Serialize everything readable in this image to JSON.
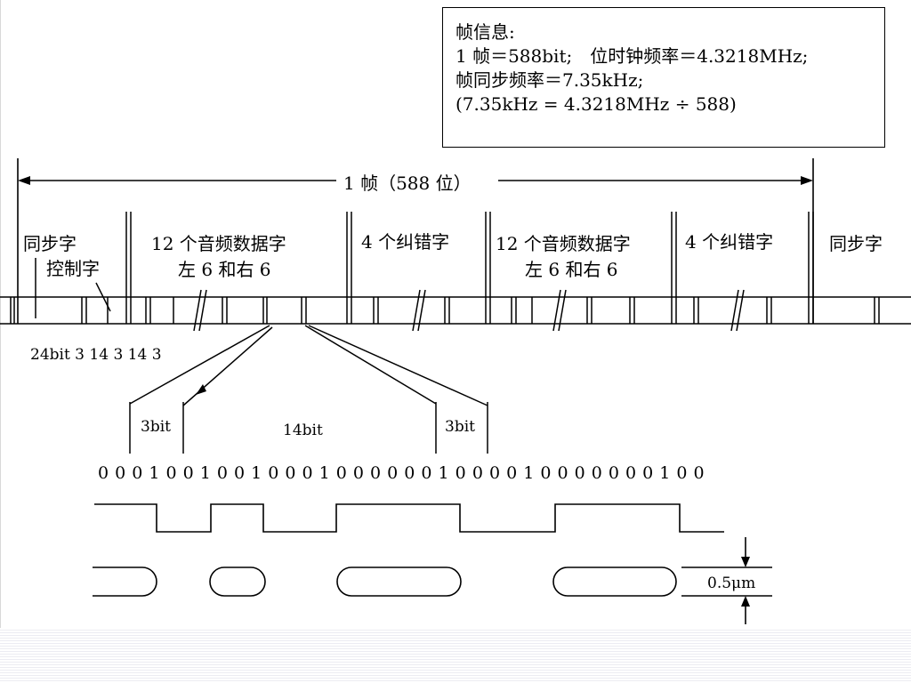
{
  "info": {
    "title": "帧信息:",
    "line1": "1 帧＝588bit;　位时钟频率＝4.3218MHz;",
    "line2": "帧同步频率＝7.35kHz;",
    "line3": "(7.35kHz = 4.3218MHz ÷ 588)"
  },
  "frame": {
    "span_label": "1 帧（588 位）",
    "sections": {
      "sync": "同步字",
      "control": "控制字",
      "audio1_line1": "12 个音频数据字",
      "audio1_line2": "左 6 和右 6",
      "ecc1": "4 个纠错字",
      "audio2_line1": "12 个音频数据字",
      "audio2_line2": "左 6 和右 6",
      "ecc2": "4 个纠错字",
      "sync_next": "同步字"
    },
    "bit_counts": "24bit 3 14 3 14 3"
  },
  "expansion": {
    "left_label": "3bit",
    "mid_label": "14bit",
    "right_label": "3bit"
  },
  "bitstream": "0 0 0 1 0 0 1 0 0 1 0 0 0 1 0 0 0 0 0 0 1 0 0 0 0 1 0 0 0 0 0 0 0 1 0 0",
  "pit": {
    "width_label": "0.5μm"
  }
}
